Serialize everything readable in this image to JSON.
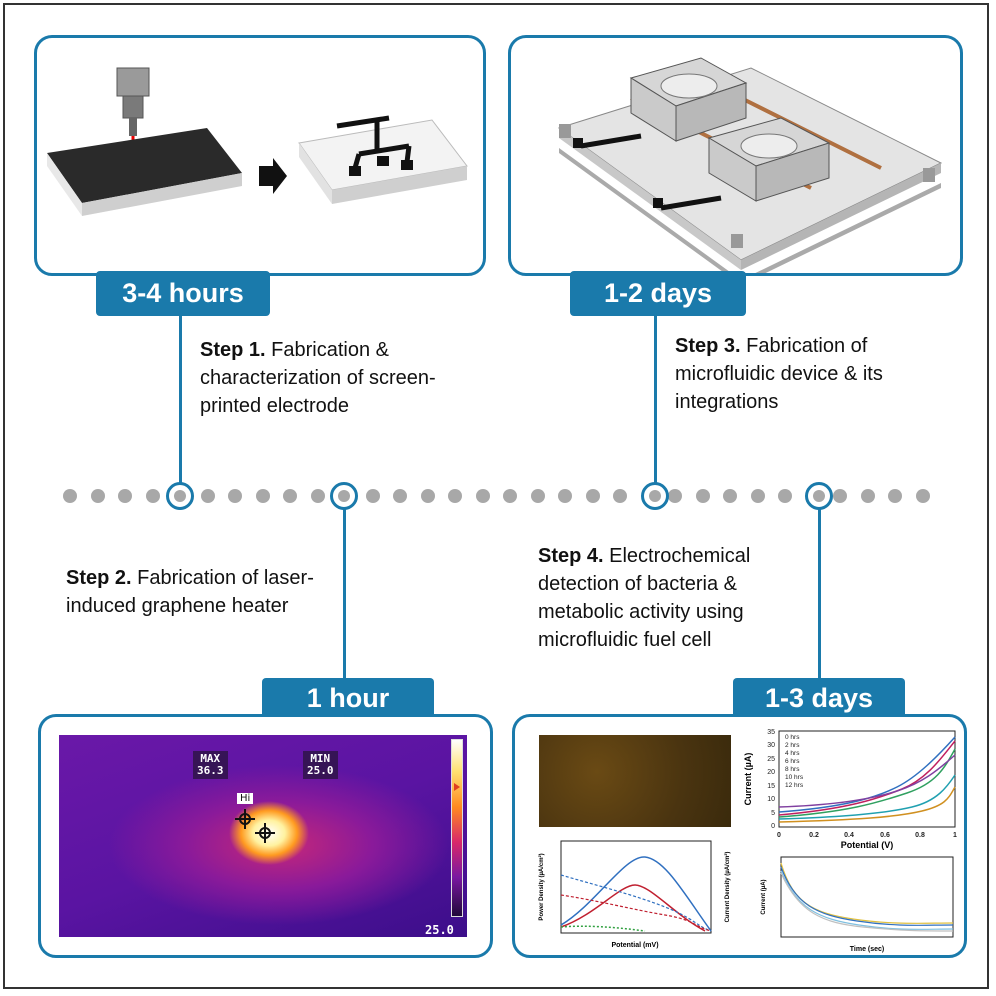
{
  "timeline": {
    "step1": {
      "duration": "3-4 hours",
      "bold": "Step 1.",
      "text": " Fabrication & characterization of screen-printed electrode"
    },
    "step2": {
      "duration": "1 hour",
      "bold": "Step 2.",
      "text": " Fabrication of laser-induced graphene heater"
    },
    "step3": {
      "duration": "1-2 days",
      "bold": "Step 3.",
      "text": " Fabrication of microfluidic device & its integrations"
    },
    "step4": {
      "duration": "1-3 days",
      "bold": "Step 4.",
      "text": " Electrochemical detection of bacteria & metabolic activity using microfluidic fuel cell"
    }
  },
  "thermal": {
    "max_label": "MAX",
    "max_value": "36.3",
    "min_label": "MIN",
    "min_value": "25.0",
    "hi_label": "Hi",
    "scale_value": "25.0"
  },
  "cv_plot": {
    "ylabel": "Current (µA)",
    "xlabel": "Potential (V)",
    "legend": [
      "0 hrs",
      "2 hrs",
      "4 hrs",
      "6 hrs",
      "8 hrs",
      "10 hrs",
      "12 hrs"
    ],
    "xticks": [
      "0",
      "0.2",
      "0.4",
      "0.6",
      "0.8",
      "1"
    ],
    "yticks": [
      "0",
      "5",
      "10",
      "15",
      "20",
      "25",
      "30",
      "35"
    ]
  },
  "power_plot": {
    "ylabel_left": "Power Density (µA/cm²)",
    "ylabel_right": "Current Density (µA/cm²)",
    "xlabel": "Potential (mV)"
  },
  "time_plot": {
    "ylabel": "Current (µA)",
    "xlabel": "Time (sec)"
  },
  "colors": {
    "accent": "#1a7aab",
    "dot": "#a8a8a8"
  }
}
